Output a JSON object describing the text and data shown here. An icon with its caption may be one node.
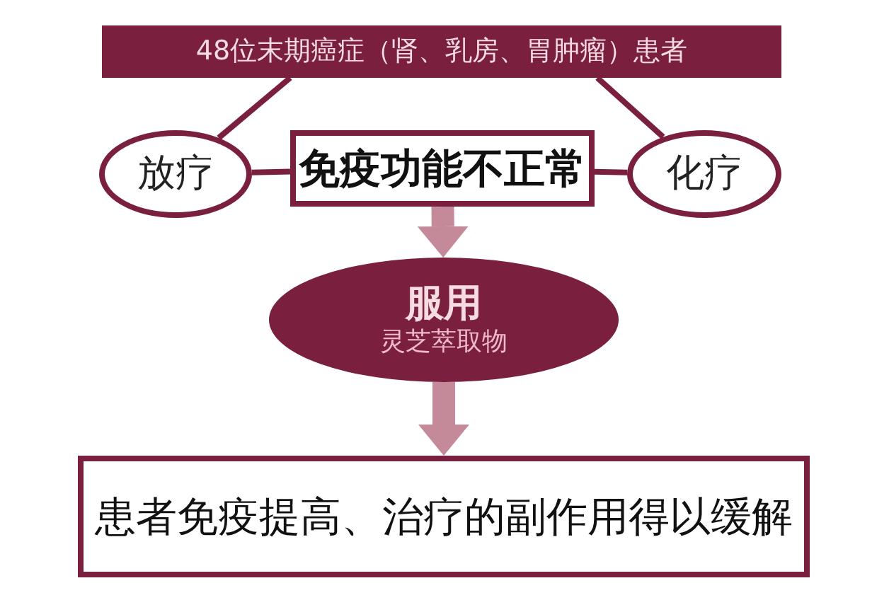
{
  "diagram": {
    "nodes": [
      {
        "text": [
          "48位末期癌症（肾、乳房、胃肿瘤）患者"
        ]
      },
      {
        "text": [
          "放疗"
        ]
      },
      {
        "text": [
          "免疫功能不正常"
        ]
      },
      {
        "text": [
          "化疗"
        ]
      },
      {
        "text": [
          "服用",
          "灵芝萃取物"
        ]
      },
      {
        "text": [
          "患者免疫提高、治疗的副作用得以缓解"
        ]
      }
    ],
    "edges": [
      {
        "from": 0,
        "to": 1,
        "arrow": "none"
      },
      {
        "from": 0,
        "to": 3,
        "arrow": "none"
      },
      {
        "from": 1,
        "to": 2,
        "arrow": "none"
      },
      {
        "from": 2,
        "to": 3,
        "arrow": "none"
      },
      {
        "from": 2,
        "to": 4,
        "arrow": "to",
        "style": "thick",
        "color": "#c48a9a"
      },
      {
        "from": 4,
        "to": 5,
        "arrow": "to",
        "style": "thick",
        "color": "#c48a9a"
      }
    ]
  }
}
